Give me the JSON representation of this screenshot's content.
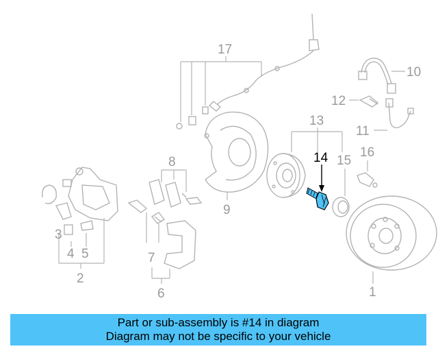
{
  "diagram": {
    "callouts": {
      "c1": "1",
      "c2": "2",
      "c3": "3",
      "c4": "4",
      "c5": "5",
      "c6": "6",
      "c7": "7",
      "c8": "8",
      "c9": "9",
      "c10": "10",
      "c11": "11",
      "c12": "12",
      "c13": "13",
      "c14": "14",
      "c15": "15",
      "c16": "16",
      "c17": "17"
    },
    "highlighted_part": "14"
  },
  "banner": {
    "line1": "Part or sub-assembly is #14 in diagram",
    "line2": "Diagram may not be specific to your vehicle"
  },
  "colors": {
    "banner_bg": "#4fc3f7",
    "highlight_part": "#4fc3f7",
    "line_gray": "#b3b3b3"
  }
}
